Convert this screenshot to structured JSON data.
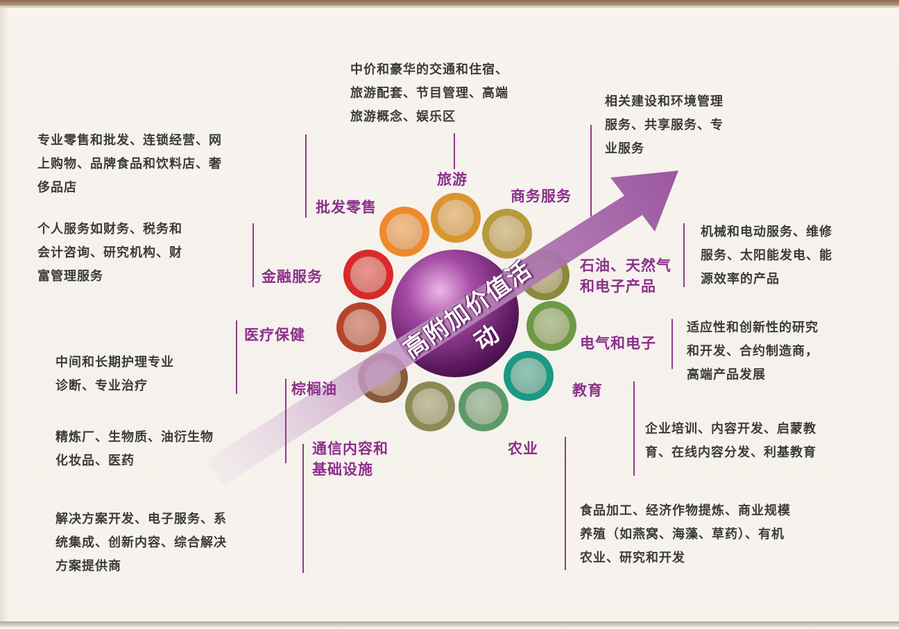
{
  "center": {
    "label": "高附加价值活动"
  },
  "categories": {
    "tourism": "旅游",
    "wholesale_retail": "批发零售",
    "business_services": "商务服务",
    "financial_services": "金融服务",
    "oil_gas_electronics": "石油、天然气\n和电子产品",
    "healthcare": "医疗保健",
    "electrical_electronics": "电气和电子",
    "palm_oil": "棕榈油",
    "education": "教育",
    "communications": "通信内容和\n基础设施",
    "agriculture": "农业"
  },
  "descriptions": {
    "tourism": "中价和豪华的交通和住宿、\n旅游配套、节目管理、高端\n旅游概念、娱乐区",
    "wholesale_retail": "专业零售和批发、连锁经营、网\n上购物、品牌食品和饮料店、奢\n侈品店",
    "business_services": "相关建设和环境管理\n服务、共享服务、专\n业服务",
    "financial_services": "个人服务如财务、税务和\n会计咨询、研究机构、财\n富管理服务",
    "oil_gas_electronics": "机械和电动服务、维修\n服务、太阳能发电、能\n源效率的产品",
    "healthcare": "中间和长期护理专业\n诊断、专业治疗",
    "electrical_electronics": "适应性和创新性的研究\n和开发、合约制造商，\n高端产品发展",
    "palm_oil": "精炼厂、生物质、油衍生物\n化妆品、医药",
    "education": "企业培训、内容开发、启蒙教\n育、在线内容分发、利基教育",
    "communications": "解决方案开发、电子服务、系\n统集成、创新内容、综合解决\n方案提供商",
    "agriculture": "食品加工、经济作物提炼、商业规模\n养殖（如燕窝、海藻、草药）、有机\n农业、研究和开发"
  },
  "colors": {
    "category_text": "#8c2f8b",
    "description_text": "#3b3b3b",
    "arrow": "#a76aa8",
    "center_sphere": "#7a2a7a",
    "circle_orange": "#ee8a2a",
    "circle_amber": "#d9962e",
    "circle_olive_gold": "#b69a3c",
    "circle_olive_green": "#8a8a3c",
    "circle_green": "#6e9a46",
    "circle_teal": "#1a9a82",
    "circle_sage": "#5c9a6a",
    "circle_khaki": "#8a8a55",
    "circle_brown": "#8a5a3a",
    "circle_rust": "#b6442a",
    "circle_red": "#d92a2a"
  }
}
